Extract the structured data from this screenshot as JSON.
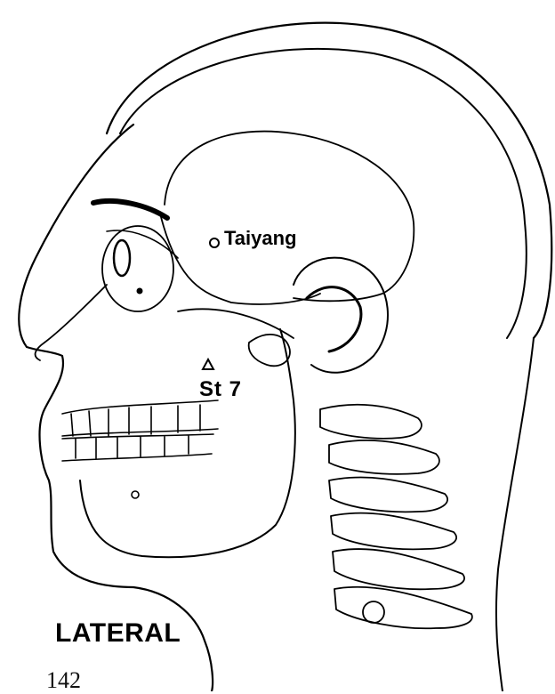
{
  "diagram": {
    "view_label": "LATERAL",
    "page_number": "142",
    "points": [
      {
        "label": "Taiyang",
        "marker": "circle"
      },
      {
        "label": "St 7",
        "marker": "triangle"
      }
    ]
  },
  "colors": {
    "ink": "#000000",
    "paper": "#ffffff"
  }
}
